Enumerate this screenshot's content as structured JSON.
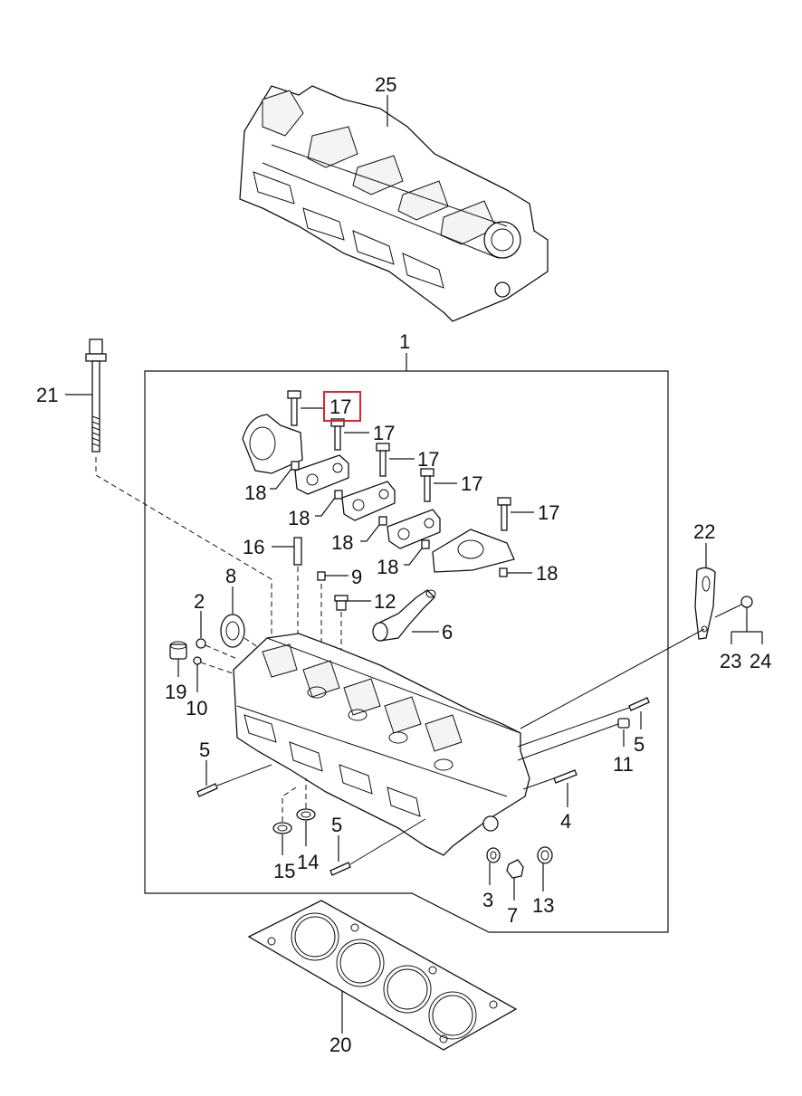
{
  "diagram": {
    "highlight_color": "#e0242a",
    "callouts": {
      "c25": "25",
      "c1": "1",
      "c21": "21",
      "c17a": "17",
      "c17b": "17",
      "c17c": "17",
      "c17d": "17",
      "c17e": "17",
      "c18a": "18",
      "c18b": "18",
      "c18c": "18",
      "c18d": "18",
      "c18e": "18",
      "c16": "16",
      "c8": "8",
      "c9": "9",
      "c12": "12",
      "c2": "2",
      "c6": "6",
      "c22": "22",
      "c23": "23",
      "c24": "24",
      "c19": "19",
      "c10": "10",
      "c5a": "5",
      "c5b": "5",
      "c5c": "5",
      "c11": "11",
      "c4": "4",
      "c15": "15",
      "c14": "14",
      "c3": "3",
      "c7": "7",
      "c13": "13",
      "c20": "20"
    }
  }
}
